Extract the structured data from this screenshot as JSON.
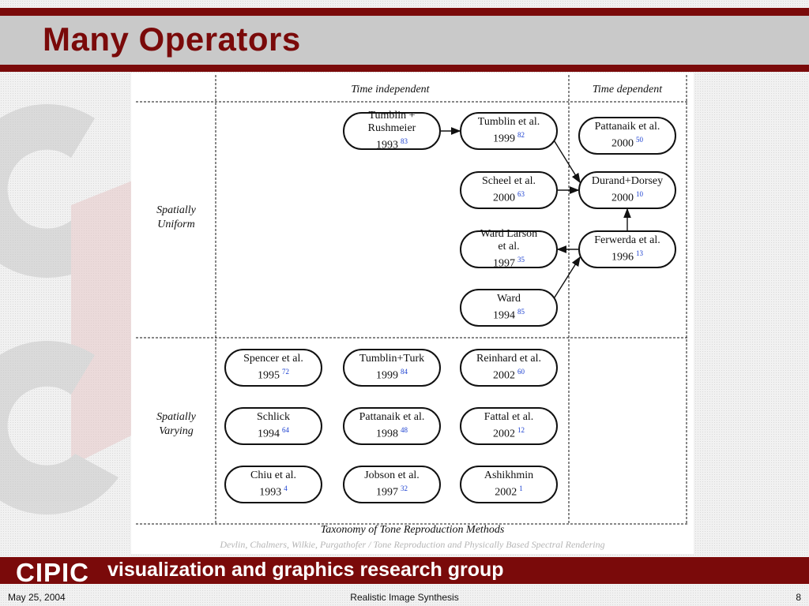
{
  "slide": {
    "title": "Many Operators",
    "footer_left": "May 25, 2004",
    "footer_center": "Realistic Image Synthesis",
    "footer_right": "8",
    "logo_text": "CIPIC",
    "group_text": "visualization and graphics research group"
  },
  "colors": {
    "brand": "#7a0a0a",
    "ref_link": "#1a3fd0",
    "title_band": "#c9c9c9"
  },
  "diagram": {
    "col_headers": [
      "Time independent",
      "Time dependent"
    ],
    "row_labels": [
      {
        "line1": "Spatially",
        "line2": "Uniform"
      },
      {
        "line1": "Spatially",
        "line2": "Varying"
      }
    ],
    "caption": "Taxonomy of Tone Reproduction Methods",
    "credit": "Devlin, Chalmers, Wilkie, Purgathofer / Tone Reproduction and Physically Based Spectral Rendering",
    "nodes": [
      {
        "lines": [
          "Tumblin +",
          "Rushmeier",
          "1993"
        ],
        "ref": "83"
      },
      {
        "lines": [
          "Tumblin et al.",
          "1999"
        ],
        "ref": "82"
      },
      {
        "lines": [
          "Pattanaik et al.",
          "2000"
        ],
        "ref": "50"
      },
      {
        "lines": [
          "Scheel et al.",
          "2000"
        ],
        "ref": "63"
      },
      {
        "lines": [
          "Durand+Dorsey",
          "2000"
        ],
        "ref": "10"
      },
      {
        "lines": [
          "Ward Larson",
          "et al.",
          "1997"
        ],
        "ref": "35"
      },
      {
        "lines": [
          "Ferwerda et al.",
          "1996"
        ],
        "ref": "13"
      },
      {
        "lines": [
          "Ward",
          "1994"
        ],
        "ref": "85"
      },
      {
        "lines": [
          "Spencer et al.",
          "1995"
        ],
        "ref": "72"
      },
      {
        "lines": [
          "Tumblin+Turk",
          "1999"
        ],
        "ref": "84"
      },
      {
        "lines": [
          "Reinhard et al.",
          "2002"
        ],
        "ref": "60"
      },
      {
        "lines": [
          "Schlick",
          "1994"
        ],
        "ref": "64"
      },
      {
        "lines": [
          "Pattanaik et al.",
          "1998"
        ],
        "ref": "48"
      },
      {
        "lines": [
          "Fattal et al.",
          "2002"
        ],
        "ref": "12"
      },
      {
        "lines": [
          "Chiu et al.",
          "1993"
        ],
        "ref": "4"
      },
      {
        "lines": [
          "Jobson et al.",
          "1997"
        ],
        "ref": "32"
      },
      {
        "lines": [
          "Ashikhmin",
          "2002"
        ],
        "ref": "1"
      }
    ],
    "edges": [
      {
        "from": 0,
        "to": 1
      },
      {
        "from": 1,
        "to": 4
      },
      {
        "from": 3,
        "to": 4
      },
      {
        "from": 6,
        "to": 4
      },
      {
        "from": 6,
        "to": 5
      },
      {
        "from": 7,
        "to": 6
      }
    ]
  }
}
